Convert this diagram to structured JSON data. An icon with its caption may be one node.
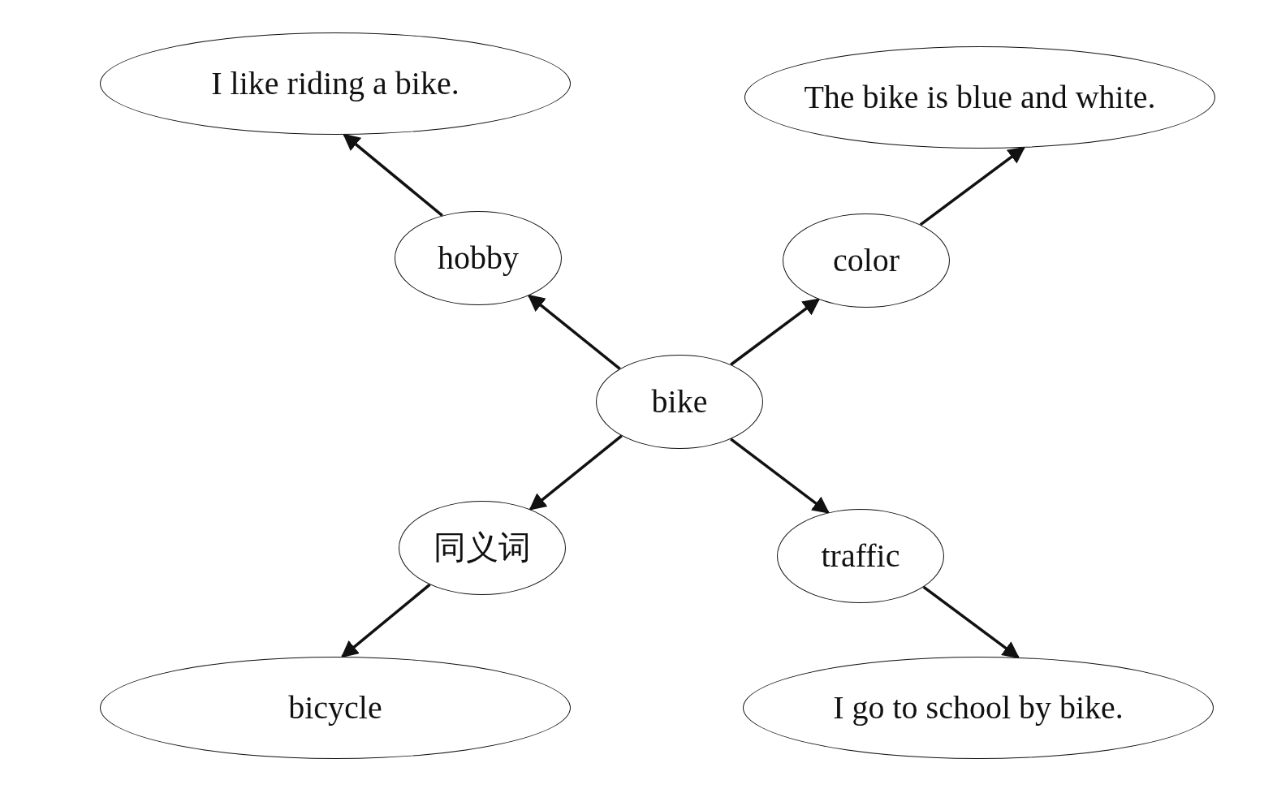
{
  "diagram": {
    "nodes": [
      {
        "text": [
          "I like riding a bike."
        ]
      },
      {
        "text": [
          "The bike is blue and white."
        ]
      },
      {
        "text": [
          "hobby"
        ]
      },
      {
        "text": [
          "color"
        ]
      },
      {
        "text": [
          "bike"
        ]
      },
      {
        "text": [
          "同义词"
        ]
      },
      {
        "text": [
          "traffic"
        ]
      },
      {
        "text": [
          "bicycle"
        ]
      },
      {
        "text": [
          "I go to school by bike."
        ]
      }
    ],
    "edges": [
      {
        "from": 4,
        "to": 2,
        "arrow": "to"
      },
      {
        "from": 4,
        "to": 3,
        "arrow": "to"
      },
      {
        "from": 4,
        "to": 5,
        "arrow": "to"
      },
      {
        "from": 4,
        "to": 6,
        "arrow": "to"
      },
      {
        "from": 2,
        "to": 0,
        "arrow": "to"
      },
      {
        "from": 3,
        "to": 1,
        "arrow": "to"
      },
      {
        "from": 5,
        "to": 7,
        "arrow": "to"
      },
      {
        "from": 6,
        "to": 8,
        "arrow": "to"
      }
    ]
  }
}
